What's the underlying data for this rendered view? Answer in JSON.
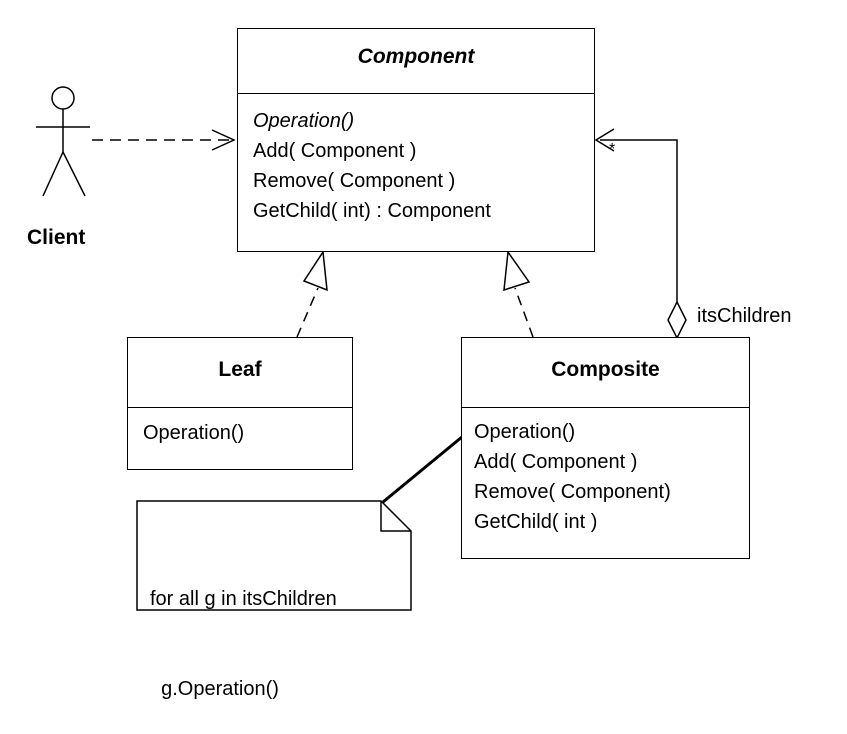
{
  "component": {
    "name": "Component",
    "operations": [
      "Operation()",
      "Add( Component )",
      "Remove( Component )",
      "GetChild( int) : Component"
    ]
  },
  "leaf": {
    "name": "Leaf",
    "operations": [
      "Operation()"
    ]
  },
  "composite": {
    "name": "Composite",
    "operations": [
      "Operation()",
      "Add( Component )",
      "Remove( Component)",
      "GetChild( int )"
    ]
  },
  "client": {
    "name": "Client"
  },
  "association": {
    "role": "itsChildren",
    "multiplicity": "*"
  },
  "note": {
    "lines": [
      "for all g in itsChildren",
      "  g.Operation()"
    ]
  }
}
